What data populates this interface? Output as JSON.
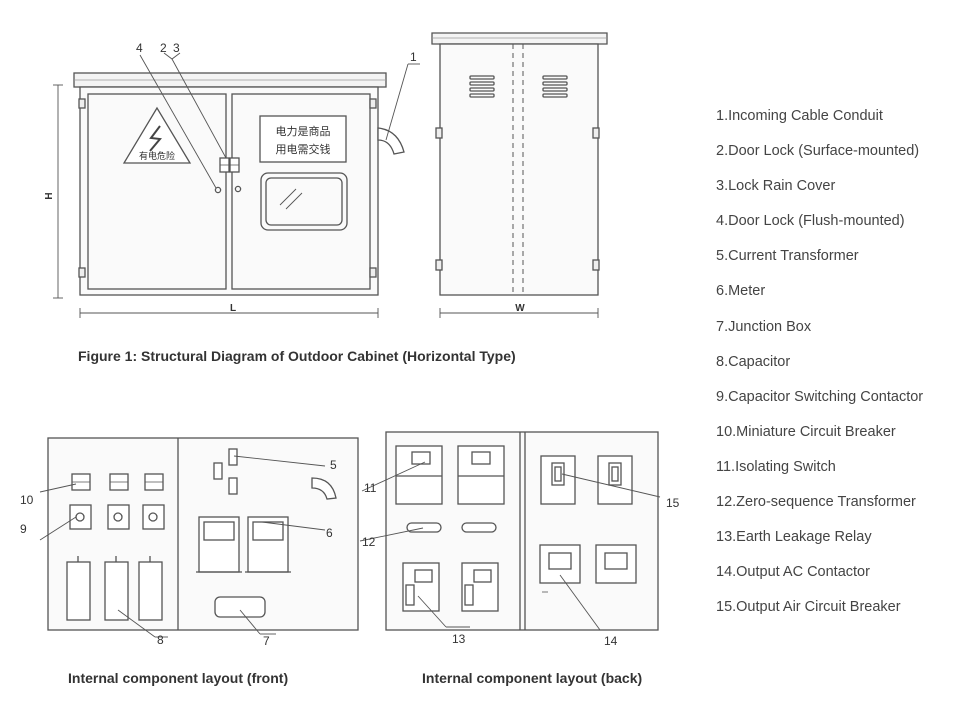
{
  "callouts": {
    "n1": "1",
    "n2": "2",
    "n3": "3",
    "n4": "4",
    "n5": "5",
    "n6": "6",
    "n7": "7",
    "n8": "8",
    "n9": "9",
    "n10": "10",
    "n11": "11",
    "n12": "12",
    "n13": "13",
    "n14": "14",
    "n15": "15"
  },
  "dimensions": {
    "height": "H",
    "length": "L",
    "width": "W"
  },
  "panel_text": {
    "warning": "有电危险",
    "slogan_line1": "电力是商品",
    "slogan_line2": "用电需交钱"
  },
  "legend": [
    "1.Incoming Cable Conduit",
    "2.Door Lock (Surface-mounted)",
    "3.Lock Rain Cover",
    "4.Door Lock (Flush-mounted)",
    "5.Current Transformer",
    "6.Meter",
    "7.Junction Box",
    "8.Capacitor",
    "9.Capacitor Switching Contactor",
    "10.Miniature Circuit Breaker",
    "11.Isolating Switch",
    "12.Zero-sequence Transformer",
    "13.Earth Leakage Relay",
    "14.Output AC Contactor",
    "15.Output Air Circuit Breaker"
  ],
  "captions": {
    "figure1": "Figure 1: Structural Diagram of Outdoor Cabinet (Horizontal Type)",
    "front": "Internal component layout (front)",
    "back": "Internal component layout (back)"
  }
}
